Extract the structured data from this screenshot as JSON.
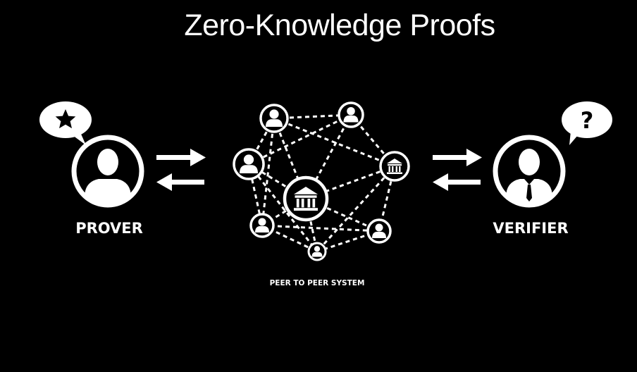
{
  "title": "Zero-Knowledge Proofs",
  "prover": {
    "label": "PROVER",
    "bubble_icon": "star-icon"
  },
  "verifier": {
    "label": "VERIFIER",
    "bubble_text": "?",
    "bubble_icon": "question-mark-icon"
  },
  "network": {
    "label": "PEER TO PEER SYSTEM",
    "center_icon": "bank-icon",
    "node_icons": [
      "person-icon",
      "bank-icon"
    ]
  },
  "colors": {
    "background": "#000000",
    "foreground": "#ffffff"
  }
}
